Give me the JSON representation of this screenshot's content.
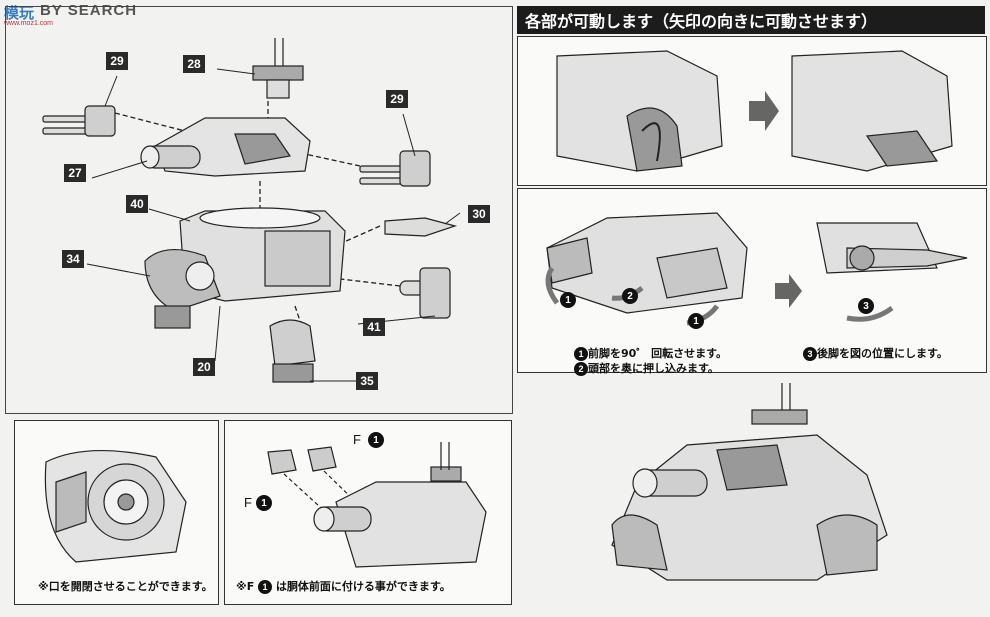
{
  "watermark": {
    "brand": "模玩",
    "text": "BY SEARCH",
    "url": "www.moz1.com"
  },
  "header": {
    "title": "各部が可動します（矢印の向きに可動させます）"
  },
  "parts": [
    "29",
    "28",
    "29",
    "27",
    "40",
    "30",
    "34",
    "41",
    "20",
    "35"
  ],
  "captions": {
    "front_leg": "前脚を90゜ 回転させます。",
    "head": "頭部を奥に押し込みます。",
    "rear_leg": "後脚を図の位置にします。",
    "mouth": "※口を開閉させることができます。",
    "f_part": "は胴体前面に付ける事ができます。",
    "f_prefix": "※F"
  },
  "step_numbers": {
    "one": "1",
    "two": "2",
    "three": "3"
  },
  "f_labels": {
    "left": "F",
    "top": "F"
  }
}
